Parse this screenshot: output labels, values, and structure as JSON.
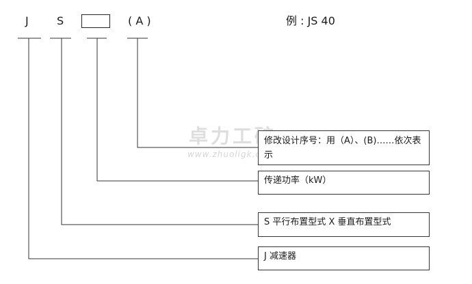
{
  "code": {
    "char1": "J",
    "char2": "S",
    "char4": "( A )"
  },
  "example": "例 : JS 40",
  "callouts": [
    "修改设计序号：用（A）、(B)……依次表示",
    "传递功率（kW）",
    "S 平行布置型式  X 垂直布置型式",
    "J 减速器"
  ],
  "watermark": {
    "logo_text": "卓力工矿",
    "url": "www.zhuoligk.com"
  }
}
